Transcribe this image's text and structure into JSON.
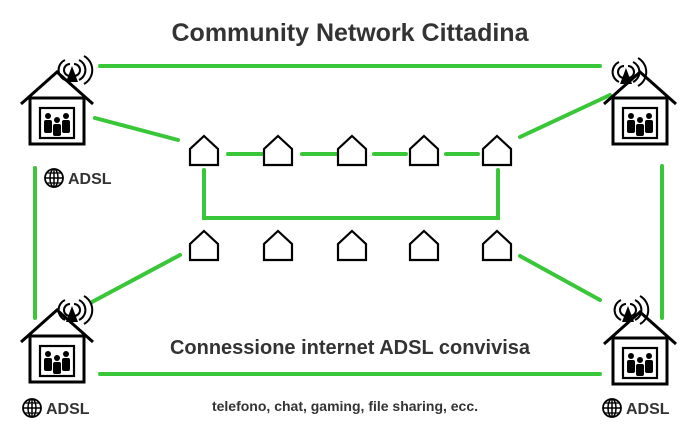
{
  "title": "Community Network Cittadina",
  "subtitle": "Connessione internet ADSL convivisa",
  "services": "telefono, chat, gaming, file sharing, ecc.",
  "adsl_label": "ADSL",
  "colors": {
    "link": "#39c739",
    "text": "#333333",
    "ink": "#000000"
  },
  "icons": {
    "house": "community-house-icon",
    "antenna": "wifi-antenna-icon",
    "globe": "globe-icon",
    "node": "small-house-node-icon"
  }
}
